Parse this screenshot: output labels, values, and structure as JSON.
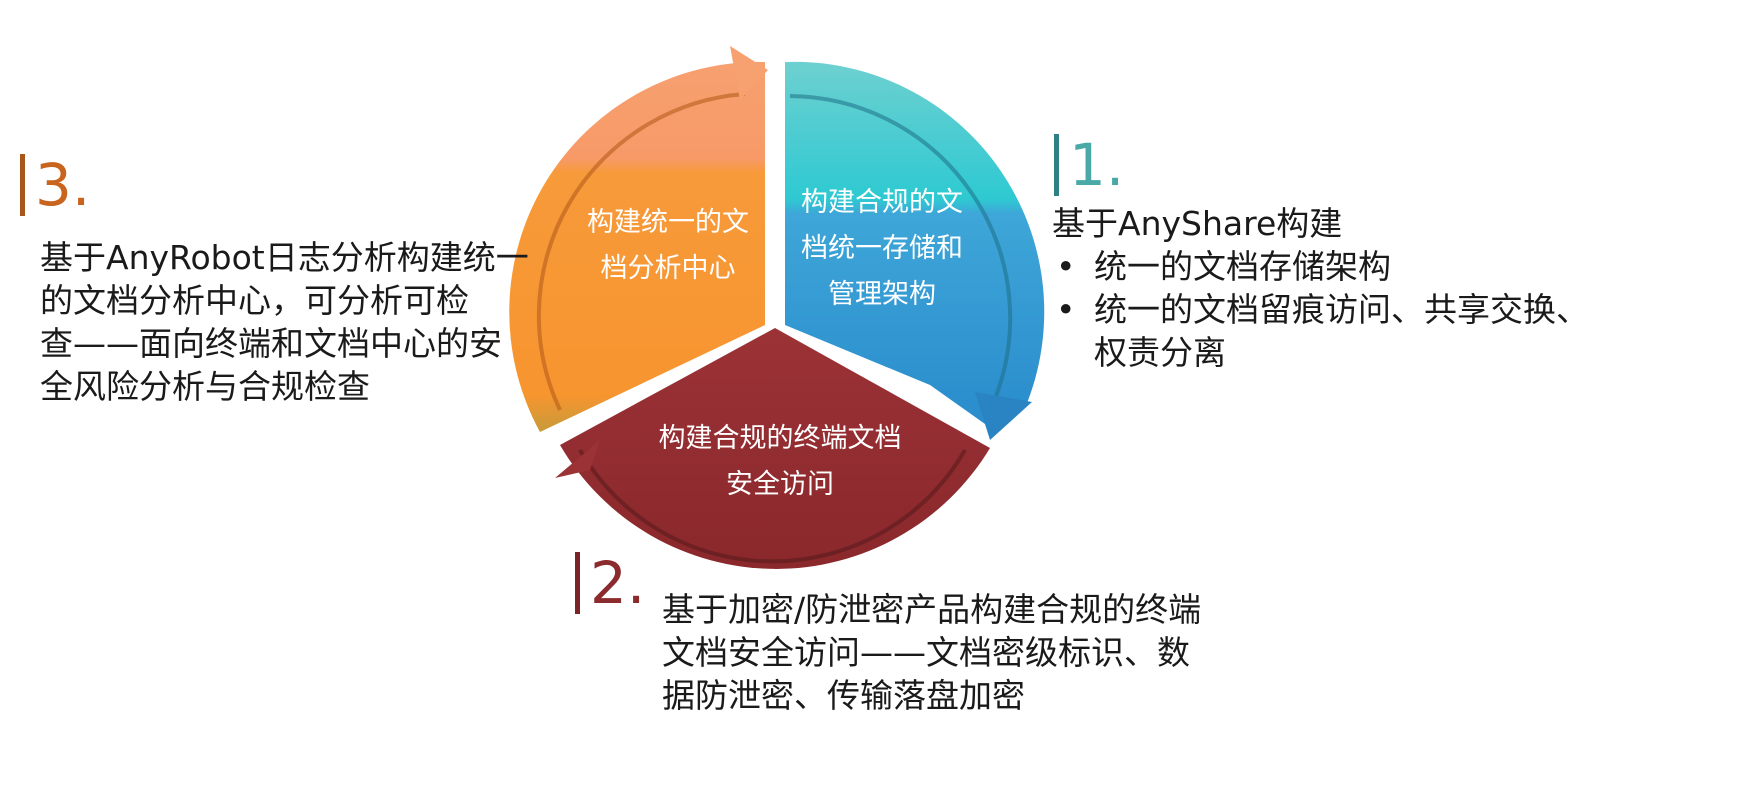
{
  "colors": {
    "teal": "#4aa8a6",
    "orange": "#c8641e",
    "red": "#8b2b2e"
  },
  "segments": {
    "top_right": {
      "lines": [
        "构建合规的文",
        "档统一存储和",
        "管理架构"
      ]
    },
    "top_left": {
      "lines": [
        "构建统一的文",
        "档分析中心"
      ]
    },
    "bottom": {
      "lines": [
        "构建合规的终端文档",
        "安全访问"
      ]
    }
  },
  "items": {
    "one": {
      "number": "1.",
      "heading": "基于AnyShare构建",
      "bullets": [
        {
          "line1": "统一的文档存储架构"
        },
        {
          "line1": "统一的文档留痕访问、共享交换、",
          "line2": "权责分离"
        }
      ]
    },
    "two": {
      "number": "2.",
      "lines": [
        "基于加密/防泄密产品构建合规的终端",
        "文档安全访问——文档密级标识、数",
        "据防泄密、传输落盘加密"
      ]
    },
    "three": {
      "number": "3.",
      "lines": [
        "基于AnyRobot日志分析构建统一",
        "的文档分析中心，可分析可检",
        "查——面向终端和文档中心的安",
        "全风险分析与合规检查"
      ]
    }
  }
}
